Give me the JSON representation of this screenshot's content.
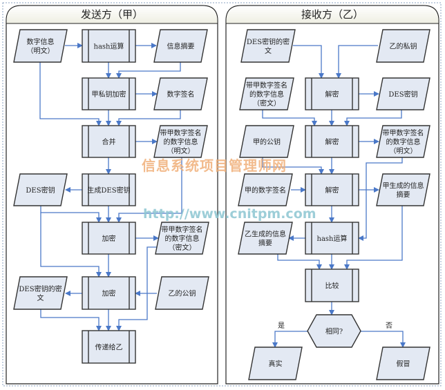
{
  "panels": {
    "sender_title": "发送方（甲）",
    "receiver_title": "接收方（乙）"
  },
  "watermark": {
    "line1": "信息系统项目管理师网",
    "line2": "http://www.cnitpm.com"
  },
  "shapes": {
    "s_plain": [
      "数字信息",
      "（明文）"
    ],
    "s_hash": [
      "hash运算"
    ],
    "s_digest": [
      "信息摘要"
    ],
    "s_signkey": [
      "甲私钥加密"
    ],
    "s_sig": [
      "数字签名"
    ],
    "s_merge": [
      "合并"
    ],
    "s_signed_plain": [
      "带甲数字签名",
      "的数字信息",
      "（明文）"
    ],
    "s_gen_des": [
      "生成DES密钥"
    ],
    "s_des_key": [
      "DES密钥"
    ],
    "s_encrypt1": [
      "加密"
    ],
    "s_signed_cipher": [
      "带甲数字签名",
      "的数字信息",
      "（密文）"
    ],
    "s_encrypt2": [
      "加密"
    ],
    "s_b_pubkey": [
      "乙的公钥"
    ],
    "s_des_cipher": [
      "DES密钥的密",
      "文"
    ],
    "s_send": [
      "传递给乙"
    ],
    "r_des_cipher": [
      "DES密钥的密",
      "文"
    ],
    "r_b_privkey": [
      "乙的私钥"
    ],
    "r_signed_cipher": [
      "带甲数字签名",
      "的数字信息",
      "（密文）"
    ],
    "r_decrypt1": [
      "解密"
    ],
    "r_des_key": [
      "DES密钥"
    ],
    "r_a_pubkey": [
      "甲的公钥"
    ],
    "r_decrypt2": [
      "解密"
    ],
    "r_signed_plain": [
      "带甲数字签名",
      "的数字信息",
      "（明文）"
    ],
    "r_a_sig": [
      "甲的数字签名"
    ],
    "r_decrypt3": [
      "解密"
    ],
    "r_a_digest": [
      "甲生成的信息",
      "摘要"
    ],
    "r_b_digest": [
      "乙生成的信息",
      "摘要"
    ],
    "r_hash": [
      "hash运算"
    ],
    "r_compare": [
      "比较"
    ],
    "r_same": [
      "相同?"
    ],
    "r_true": [
      "真实"
    ],
    "r_fake": [
      "假冒"
    ]
  },
  "branch_labels": {
    "yes": "是",
    "no": "否"
  },
  "colors": {
    "fill": "#e3e9f3",
    "stroke": "#333333",
    "connector": "#4a78c8"
  }
}
